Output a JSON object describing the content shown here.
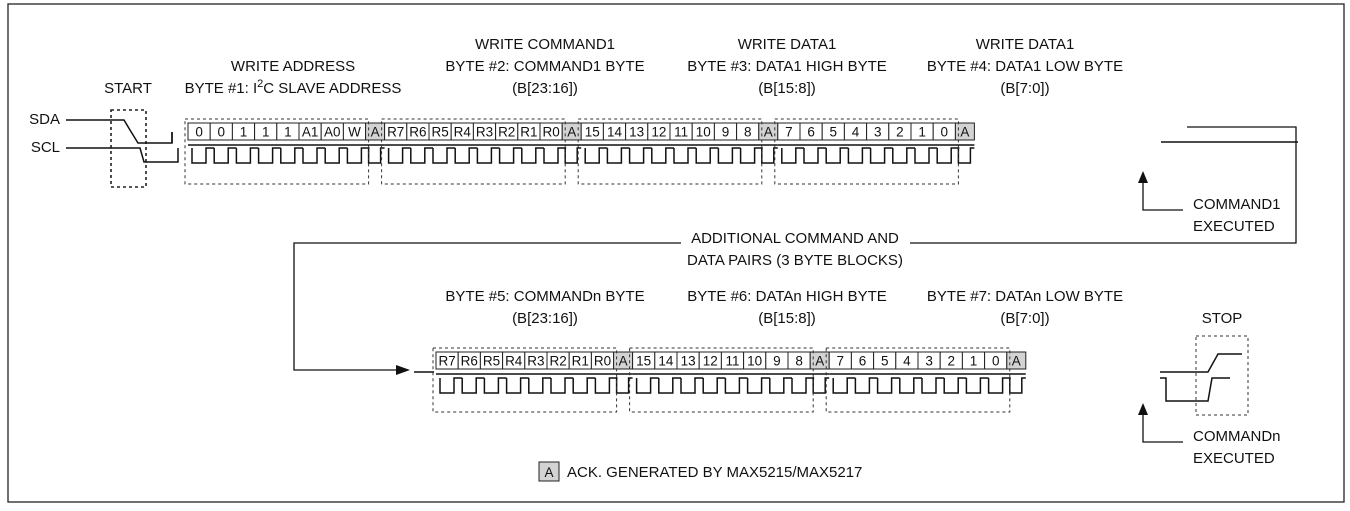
{
  "signals": {
    "sda": "SDA",
    "scl": "SCL"
  },
  "conditions": {
    "start": "START",
    "stop": "STOP"
  },
  "row1": {
    "blocks": [
      {
        "line1": "WRITE ADDRESS",
        "line2": "BYTE #1: I2C SLAVE ADDRESS",
        "line3": "",
        "bits": [
          "0",
          "0",
          "1",
          "1",
          "1",
          "A1",
          "A0",
          "W"
        ]
      },
      {
        "line1": "WRITE COMMAND1",
        "line2": "BYTE #2: COMMAND1 BYTE",
        "line3": "(B[23:16])",
        "bits": [
          "R7",
          "R6",
          "R5",
          "R4",
          "R3",
          "R2",
          "R1",
          "R0"
        ]
      },
      {
        "line1": "WRITE DATA1",
        "line2": "BYTE #3: DATA1 HIGH BYTE",
        "line3": "(B[15:8])",
        "bits": [
          "15",
          "14",
          "13",
          "12",
          "11",
          "10",
          "9",
          "8"
        ]
      },
      {
        "line1": "WRITE DATA1",
        "line2": "BYTE #4: DATA1 LOW BYTE",
        "line3": "(B[7:0])",
        "bits": [
          "7",
          "6",
          "5",
          "4",
          "3",
          "2",
          "1",
          "0"
        ]
      }
    ],
    "ack": "A",
    "executed_line1": "COMMAND1",
    "executed_line2": "EXECUTED"
  },
  "middle": {
    "line1": "ADDITIONAL COMMAND AND",
    "line2": "DATA PAIRS (3 BYTE BLOCKS)"
  },
  "row2": {
    "blocks": [
      {
        "line1": "BYTE #5: COMMANDn BYTE",
        "line2": "(B[23:16])",
        "bits": [
          "R7",
          "R6",
          "R5",
          "R4",
          "R3",
          "R2",
          "R1",
          "R0"
        ]
      },
      {
        "line1": "BYTE #6: DATAn HIGH BYTE",
        "line2": "(B[15:8])",
        "bits": [
          "15",
          "14",
          "13",
          "12",
          "11",
          "10",
          "9",
          "8"
        ]
      },
      {
        "line1": "BYTE #7: DATAn LOW BYTE",
        "line2": "(B[7:0])",
        "bits": [
          "7",
          "6",
          "5",
          "4",
          "3",
          "2",
          "1",
          "0"
        ]
      }
    ],
    "ack": "A",
    "executed_line1": "COMMANDn",
    "executed_line2": "EXECUTED"
  },
  "legend": {
    "symbol": "A",
    "text": "ACK. GENERATED BY MAX5215/MAX5217"
  }
}
